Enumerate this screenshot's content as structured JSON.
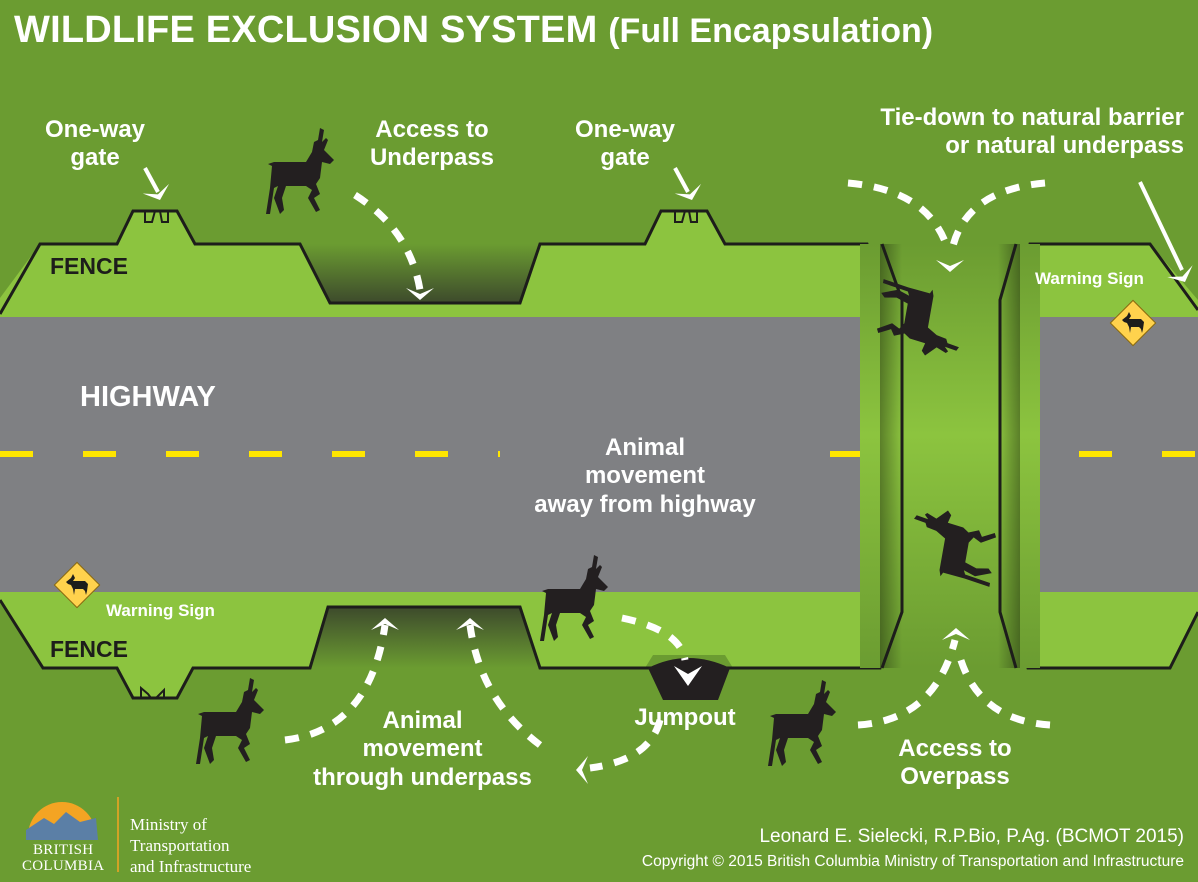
{
  "title": {
    "main": "WILDLIFE EXCLUSION SYSTEM",
    "sub": "(Full Encapsulation)"
  },
  "labels": {
    "one_way_gate_left": [
      "One-way",
      "gate"
    ],
    "one_way_gate_right": [
      "One-way",
      "gate"
    ],
    "access_underpass": [
      "Access to",
      "Underpass"
    ],
    "tie_down": [
      "Tie-down to natural barrier",
      "or natural underpass"
    ],
    "fence_top": "FENCE",
    "fence_bottom": "FENCE",
    "highway": "HIGHWAY",
    "warning_sign_top": "Warning Sign",
    "warning_sign_bottom": "Warning Sign",
    "away_from_highway": [
      "Animal",
      "movement",
      "away from highway"
    ],
    "through_underpass": [
      "Animal",
      "movement",
      "through underpass"
    ],
    "jumpout": "Jumpout",
    "access_overpass": [
      "Access to",
      "Overpass"
    ]
  },
  "logo": {
    "org_line1": "BRITISH",
    "org_line2": "COLUMBIA",
    "ministry": [
      "Ministry of",
      "Transportation",
      "and Infrastructure"
    ]
  },
  "credits": {
    "author": "Leonard E. Sielecki, R.P.Bio, P.Ag. (BCMOT 2015)",
    "copyright": "Copyright © 2015 British Columbia Ministry of Transportation and Infrastructure"
  },
  "icons": {
    "animal": "deer-silhouette-icon",
    "sign": "elk-crossing-sign-icon",
    "arrow": "dashed-arrow-icon"
  },
  "colors": {
    "background": "#6b9c31",
    "light_green": "#8cc43f",
    "road": "#7f8083",
    "center_line": "#ffe600",
    "fence_line": "#1d1d1b",
    "sign": "#ffd24d",
    "silhouette": "#231f20",
    "text": "#ffffff"
  }
}
